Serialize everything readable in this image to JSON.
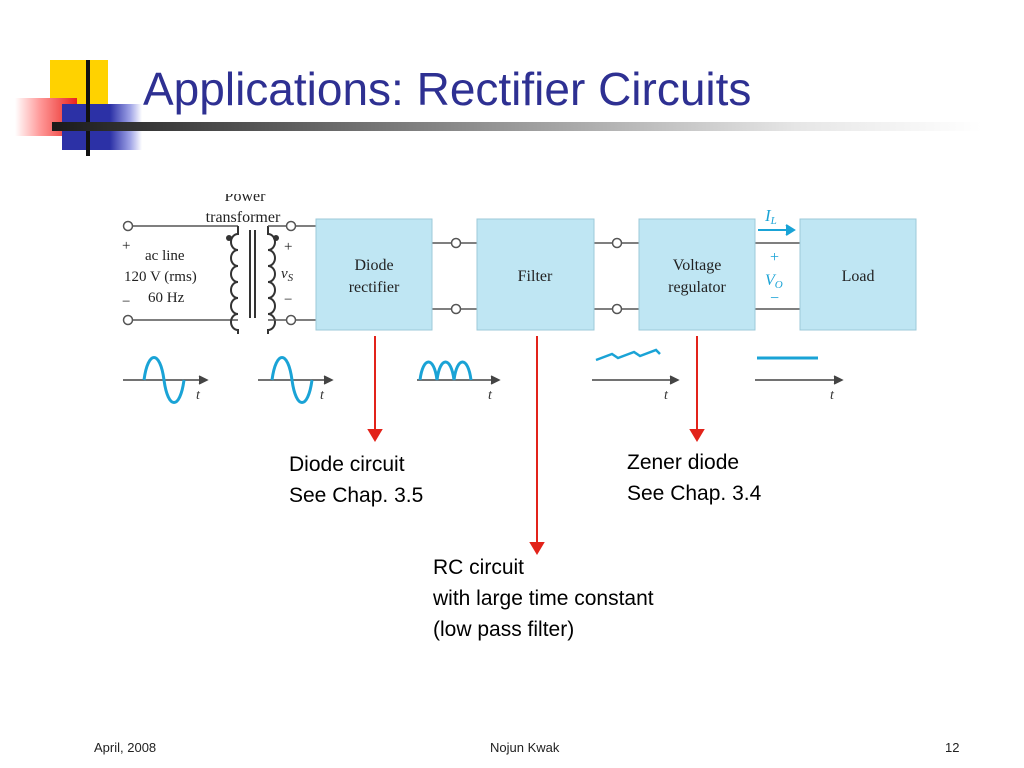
{
  "slide": {
    "title": "Applications: Rectifier Circuits"
  },
  "diagram": {
    "transformer_label_top": "Power",
    "transformer_label_bottom": "transformer",
    "source": {
      "line1": "ac line",
      "line2": "120 V (rms)",
      "line3": "60 Hz"
    },
    "vs_label": "v",
    "vs_sub": "S",
    "blocks": [
      {
        "line1": "Diode",
        "line2": "rectifier"
      },
      {
        "line1": "Filter",
        "line2": ""
      },
      {
        "line1": "Voltage",
        "line2": "regulator"
      },
      {
        "line1": "Load",
        "line2": ""
      }
    ],
    "il_label": "I",
    "il_sub": "L",
    "vo_label": "V",
    "vo_sub": "O",
    "time_axis_label": "t",
    "plus": "+",
    "minus": "−",
    "wire_color": "#555555",
    "block_color": "#bfe6f3",
    "waveform_color": "#1aa3d6",
    "arrow_color": "#e2231a"
  },
  "callouts": {
    "diode": {
      "line1": "Diode circuit",
      "line2": "See Chap. 3.5"
    },
    "zener": {
      "line1": "Zener diode",
      "line2": "See Chap. 3.4"
    },
    "rc": {
      "line1": "RC circuit",
      "line2": "with large time constant",
      "line3": "(low pass filter)"
    }
  },
  "footer": {
    "date": "April, 2008",
    "author": "Nojun Kwak",
    "page": "12"
  }
}
